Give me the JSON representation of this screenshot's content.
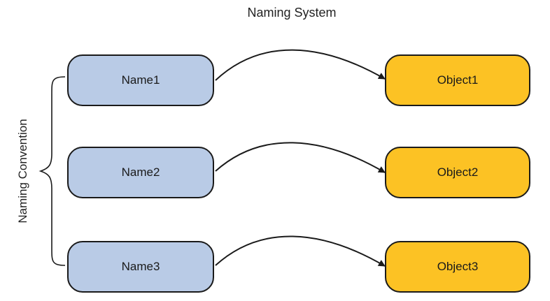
{
  "title": "Naming System",
  "side_label": "Naming Convention",
  "names": [
    "Name1",
    "Name2",
    "Name3"
  ],
  "objects": [
    "Object1",
    "Object2",
    "Object3"
  ],
  "colors": {
    "name_fill": "#b9cbe6",
    "object_fill": "#fcc224",
    "stroke": "#1a1a1a"
  }
}
